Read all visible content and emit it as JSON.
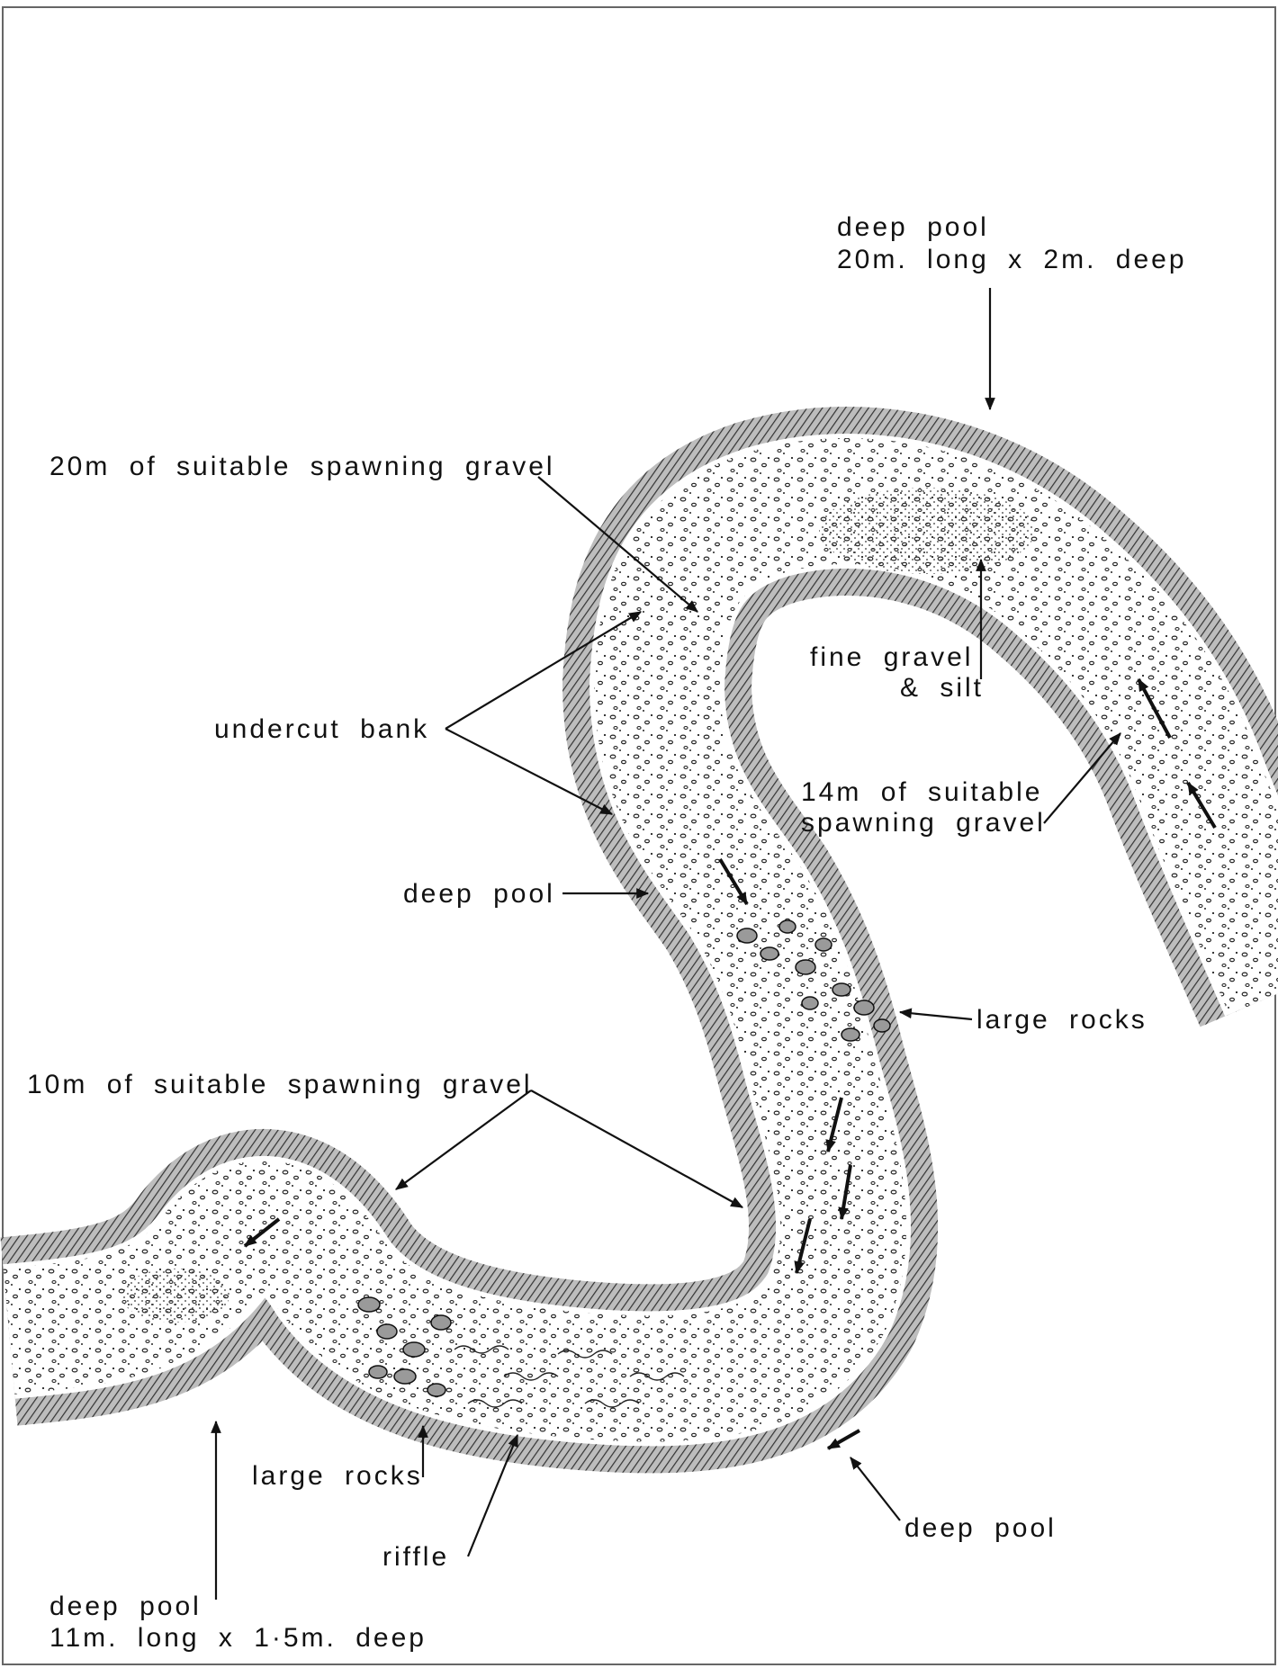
{
  "labels": {
    "deep_pool_top_1": "deep pool",
    "deep_pool_top_2": "20m. long x 2m. deep",
    "spawning_20m": "20m of suitable spawning gravel",
    "undercut_bank": "undercut bank",
    "fine_gravel_1": "fine gravel",
    "fine_gravel_2": "& silt",
    "spawning_14m_1": "14m of suitable",
    "spawning_14m_2": "spawning gravel",
    "deep_pool_mid": "deep pool",
    "large_rocks_right": "large rocks",
    "spawning_10m": "10m of suitable spawning gravel",
    "large_rocks_bottom": "large rocks",
    "riffle": "riffle",
    "deep_pool_bottom_right": "deep pool",
    "deep_pool_bottom_1": "deep pool",
    "deep_pool_bottom_2": "11m. long x 1·5m. deep"
  },
  "colors": {
    "ink": "#111111",
    "bank_shade": "#555555",
    "paper": "#ffffff"
  }
}
